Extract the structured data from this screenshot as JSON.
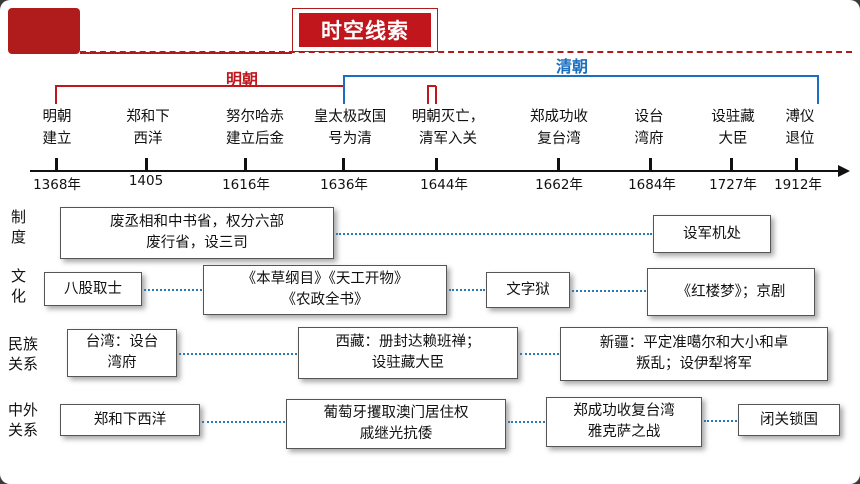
{
  "title": "时空线索",
  "dynasties": {
    "ming": {
      "label": "明朝",
      "color": "#c0161c"
    },
    "qing": {
      "label": "清朝",
      "color": "#1b6fc0"
    }
  },
  "events": [
    {
      "text": "明朝\n建立"
    },
    {
      "text": "郑和下\n西洋"
    },
    {
      "text": "努尔哈赤\n建立后金"
    },
    {
      "text": "皇太极改国\n号为清"
    },
    {
      "text": "明朝灭亡，\n清军入关"
    },
    {
      "text": "郑成功收\n复台湾"
    },
    {
      "text": "设台\n湾府"
    },
    {
      "text": "设驻藏\n大臣"
    },
    {
      "text": "溥仪\n退位"
    }
  ],
  "years": [
    "1368年",
    "1405",
    "1616年",
    "1636年",
    "1644年",
    "1662年",
    "1684年",
    "1727年",
    "1912年"
  ],
  "rows": [
    {
      "category": "制\n度",
      "boxes": [
        "废丞相和中书省，权分六部\n废行省，设三司",
        "设军机处"
      ]
    },
    {
      "category": "文\n化",
      "boxes": [
        "八股取士",
        "《本草纲目》《天工开物》\n《农政全书》",
        "文字狱",
        "《红楼梦》；京剧"
      ]
    },
    {
      "category": "民族\n关系",
      "boxes": [
        "台湾：设台\n湾府",
        "西藏：册封达赖班禅；\n设驻藏大臣",
        "新疆：平定准噶尔和大小和卓\n叛乱；设伊犁将军"
      ]
    },
    {
      "category": "中外\n关系",
      "boxes": [
        "郑和下西洋",
        "葡萄牙攫取澳门居住权\n戚继光抗倭",
        "郑成功收复台湾\n雅克萨之战",
        "闭关锁国"
      ]
    }
  ]
}
